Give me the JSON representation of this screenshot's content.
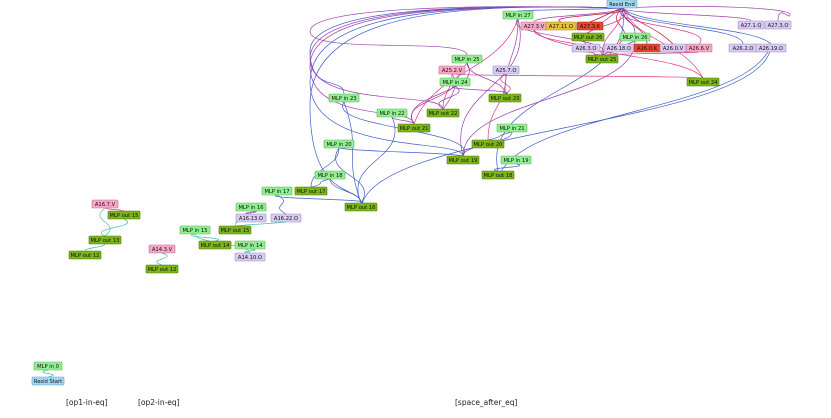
{
  "colors": {
    "mlp_in": "#90ee90",
    "mlp_out": "#7cb518",
    "attn_v": "#f7a8c8",
    "attn_o": "#d9cbf2",
    "attn_k": "#e8452f",
    "attn_q": "#e8c33a",
    "resid": "#9fd8ef",
    "edge_blue": "#3d5ec9",
    "edge_purple": "#9b3fb0",
    "edge_pink": "#d9388a",
    "edge_red": "#c8102e",
    "edge_teal": "#40c4a8"
  },
  "positions": [
    "[op1-in-eq]",
    "[op2-in-eq]",
    "[space_after_eq]"
  ],
  "nodes": [
    {
      "id": "resid_end",
      "label": "Resid End",
      "kind": "resid"
    },
    {
      "id": "mlp_in_27",
      "label": "MLP in 27",
      "kind": "mlp_in"
    },
    {
      "id": "a27_3_v",
      "label": "A27.3.V",
      "kind": "attn_v"
    },
    {
      "id": "a27_11_o",
      "label": "A27.11.O",
      "kind": "attn_q"
    },
    {
      "id": "a27_3_k",
      "label": "A27.3.K",
      "kind": "attn_k"
    },
    {
      "id": "a27_1_q",
      "label": "A27.1.Q",
      "kind": "attn_o"
    },
    {
      "id": "a27_3_o",
      "label": "A27.3.O",
      "kind": "attn_o"
    },
    {
      "id": "mlp_out_26",
      "label": "MLP out 26",
      "kind": "mlp_out"
    },
    {
      "id": "mlp_in_26",
      "label": "MLP in 26",
      "kind": "mlp_in"
    },
    {
      "id": "a26_3_o",
      "label": "A26.3.O",
      "kind": "attn_o"
    },
    {
      "id": "a26_18_o",
      "label": "A26.18.O",
      "kind": "attn_o"
    },
    {
      "id": "a26_0_k",
      "label": "A26.0.K",
      "kind": "attn_k"
    },
    {
      "id": "a26_0_v",
      "label": "A26.0.V",
      "kind": "attn_o"
    },
    {
      "id": "a26_6_v",
      "label": "A26.6.V",
      "kind": "attn_v"
    },
    {
      "id": "a26_2_o",
      "label": "A26.2.O",
      "kind": "attn_o"
    },
    {
      "id": "a26_19_o",
      "label": "A26.19.O",
      "kind": "attn_o"
    },
    {
      "id": "mlp_in_25",
      "label": "MLP in 25",
      "kind": "mlp_in"
    },
    {
      "id": "mlp_out_25",
      "label": "MLP out 25",
      "kind": "mlp_out"
    },
    {
      "id": "a25_2_v",
      "label": "A25.2.V",
      "kind": "attn_v"
    },
    {
      "id": "a25_7_o",
      "label": "A25.7.O",
      "kind": "attn_o"
    },
    {
      "id": "mlp_in_24",
      "label": "MLP in 24",
      "kind": "mlp_in"
    },
    {
      "id": "mlp_out_24",
      "label": "MLP out 24",
      "kind": "mlp_out"
    },
    {
      "id": "mlp_in_23",
      "label": "MLP in 23",
      "kind": "mlp_in"
    },
    {
      "id": "mlp_out_23",
      "label": "MLP out 23",
      "kind": "mlp_out"
    },
    {
      "id": "mlp_in_22",
      "label": "MLP in 22",
      "kind": "mlp_in"
    },
    {
      "id": "mlp_out_22",
      "label": "MLP out 22",
      "kind": "mlp_out"
    },
    {
      "id": "mlp_out_21",
      "label": "MLP out 21",
      "kind": "mlp_out"
    },
    {
      "id": "mlp_in_21",
      "label": "MLP in 21",
      "kind": "mlp_in"
    },
    {
      "id": "mlp_in_20",
      "label": "MLP in 20",
      "kind": "mlp_in"
    },
    {
      "id": "mlp_out_20",
      "label": "MLP out 20",
      "kind": "mlp_out"
    },
    {
      "id": "mlp_out_19",
      "label": "MLP out 19",
      "kind": "mlp_out"
    },
    {
      "id": "mlp_in_19",
      "label": "MLP in 19",
      "kind": "mlp_in"
    },
    {
      "id": "mlp_in_18",
      "label": "MLP in 18",
      "kind": "mlp_in"
    },
    {
      "id": "mlp_out_18",
      "label": "MLP out 18",
      "kind": "mlp_out"
    },
    {
      "id": "mlp_in_17",
      "label": "MLP in 17",
      "kind": "mlp_in"
    },
    {
      "id": "mlp_out_17",
      "label": "MLP out 17",
      "kind": "mlp_out"
    },
    {
      "id": "mlp_out_16",
      "label": "MLP out 16",
      "kind": "mlp_out"
    },
    {
      "id": "mlp_in_16",
      "label": "MLP in 16",
      "kind": "mlp_in"
    },
    {
      "id": "a16_13_o",
      "label": "A16.13.O",
      "kind": "attn_o"
    },
    {
      "id": "a16_22_o",
      "label": "A16.22.O",
      "kind": "attn_o"
    },
    {
      "id": "mlp_in_15",
      "label": "MLP in 15",
      "kind": "mlp_in"
    },
    {
      "id": "mlp_out_15_b",
      "label": "MLP out 15",
      "kind": "mlp_out"
    },
    {
      "id": "mlp_out_14",
      "label": "MLP out 14",
      "kind": "mlp_out"
    },
    {
      "id": "mlp_in_14",
      "label": "MLP in 14",
      "kind": "mlp_in"
    },
    {
      "id": "a14_10_o",
      "label": "A14.10.O",
      "kind": "attn_o"
    },
    {
      "id": "a16_7_v",
      "label": "A16.7.V",
      "kind": "attn_v"
    },
    {
      "id": "mlp_out_15_a",
      "label": "MLP out 15",
      "kind": "mlp_out"
    },
    {
      "id": "mlp_out_13",
      "label": "MLP out 13",
      "kind": "mlp_out"
    },
    {
      "id": "mlp_out_12_a",
      "label": "MLP out 12",
      "kind": "mlp_out"
    },
    {
      "id": "a14_3_v",
      "label": "A14.3.V",
      "kind": "attn_v"
    },
    {
      "id": "mlp_out_12_b",
      "label": "MLP out 12",
      "kind": "mlp_out"
    },
    {
      "id": "mlp_in_0",
      "label": "MLP in 0",
      "kind": "mlp_in"
    },
    {
      "id": "resid_start",
      "label": "Resid Start",
      "kind": "resid"
    }
  ]
}
